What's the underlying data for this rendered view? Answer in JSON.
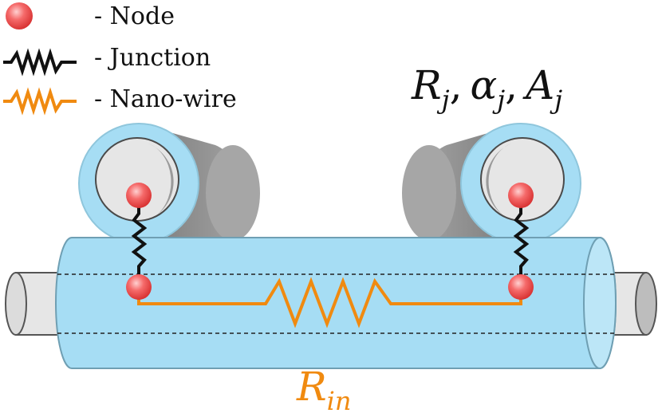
{
  "legend": {
    "node_label": "- Node",
    "junction_label": "- Junction",
    "nanowire_label": "- Nano-wire"
  },
  "junction_params": {
    "r_main": "R",
    "r_sub": "j",
    "comma1": ",",
    "alpha_main": "α",
    "alpha_sub": "j",
    "comma2": ",",
    "a_main": "A",
    "a_sub": "j"
  },
  "internal_resistance": {
    "main": "R",
    "sub": "in"
  },
  "colors": {
    "node": "#ef4b4b",
    "junction": "#111111",
    "nanowire": "#f08a10",
    "wire_shell": "#a6ddf4",
    "wire_core": "#e6e6e6",
    "shadow": "#8c8c8c",
    "rin_label": "#f08a10"
  }
}
